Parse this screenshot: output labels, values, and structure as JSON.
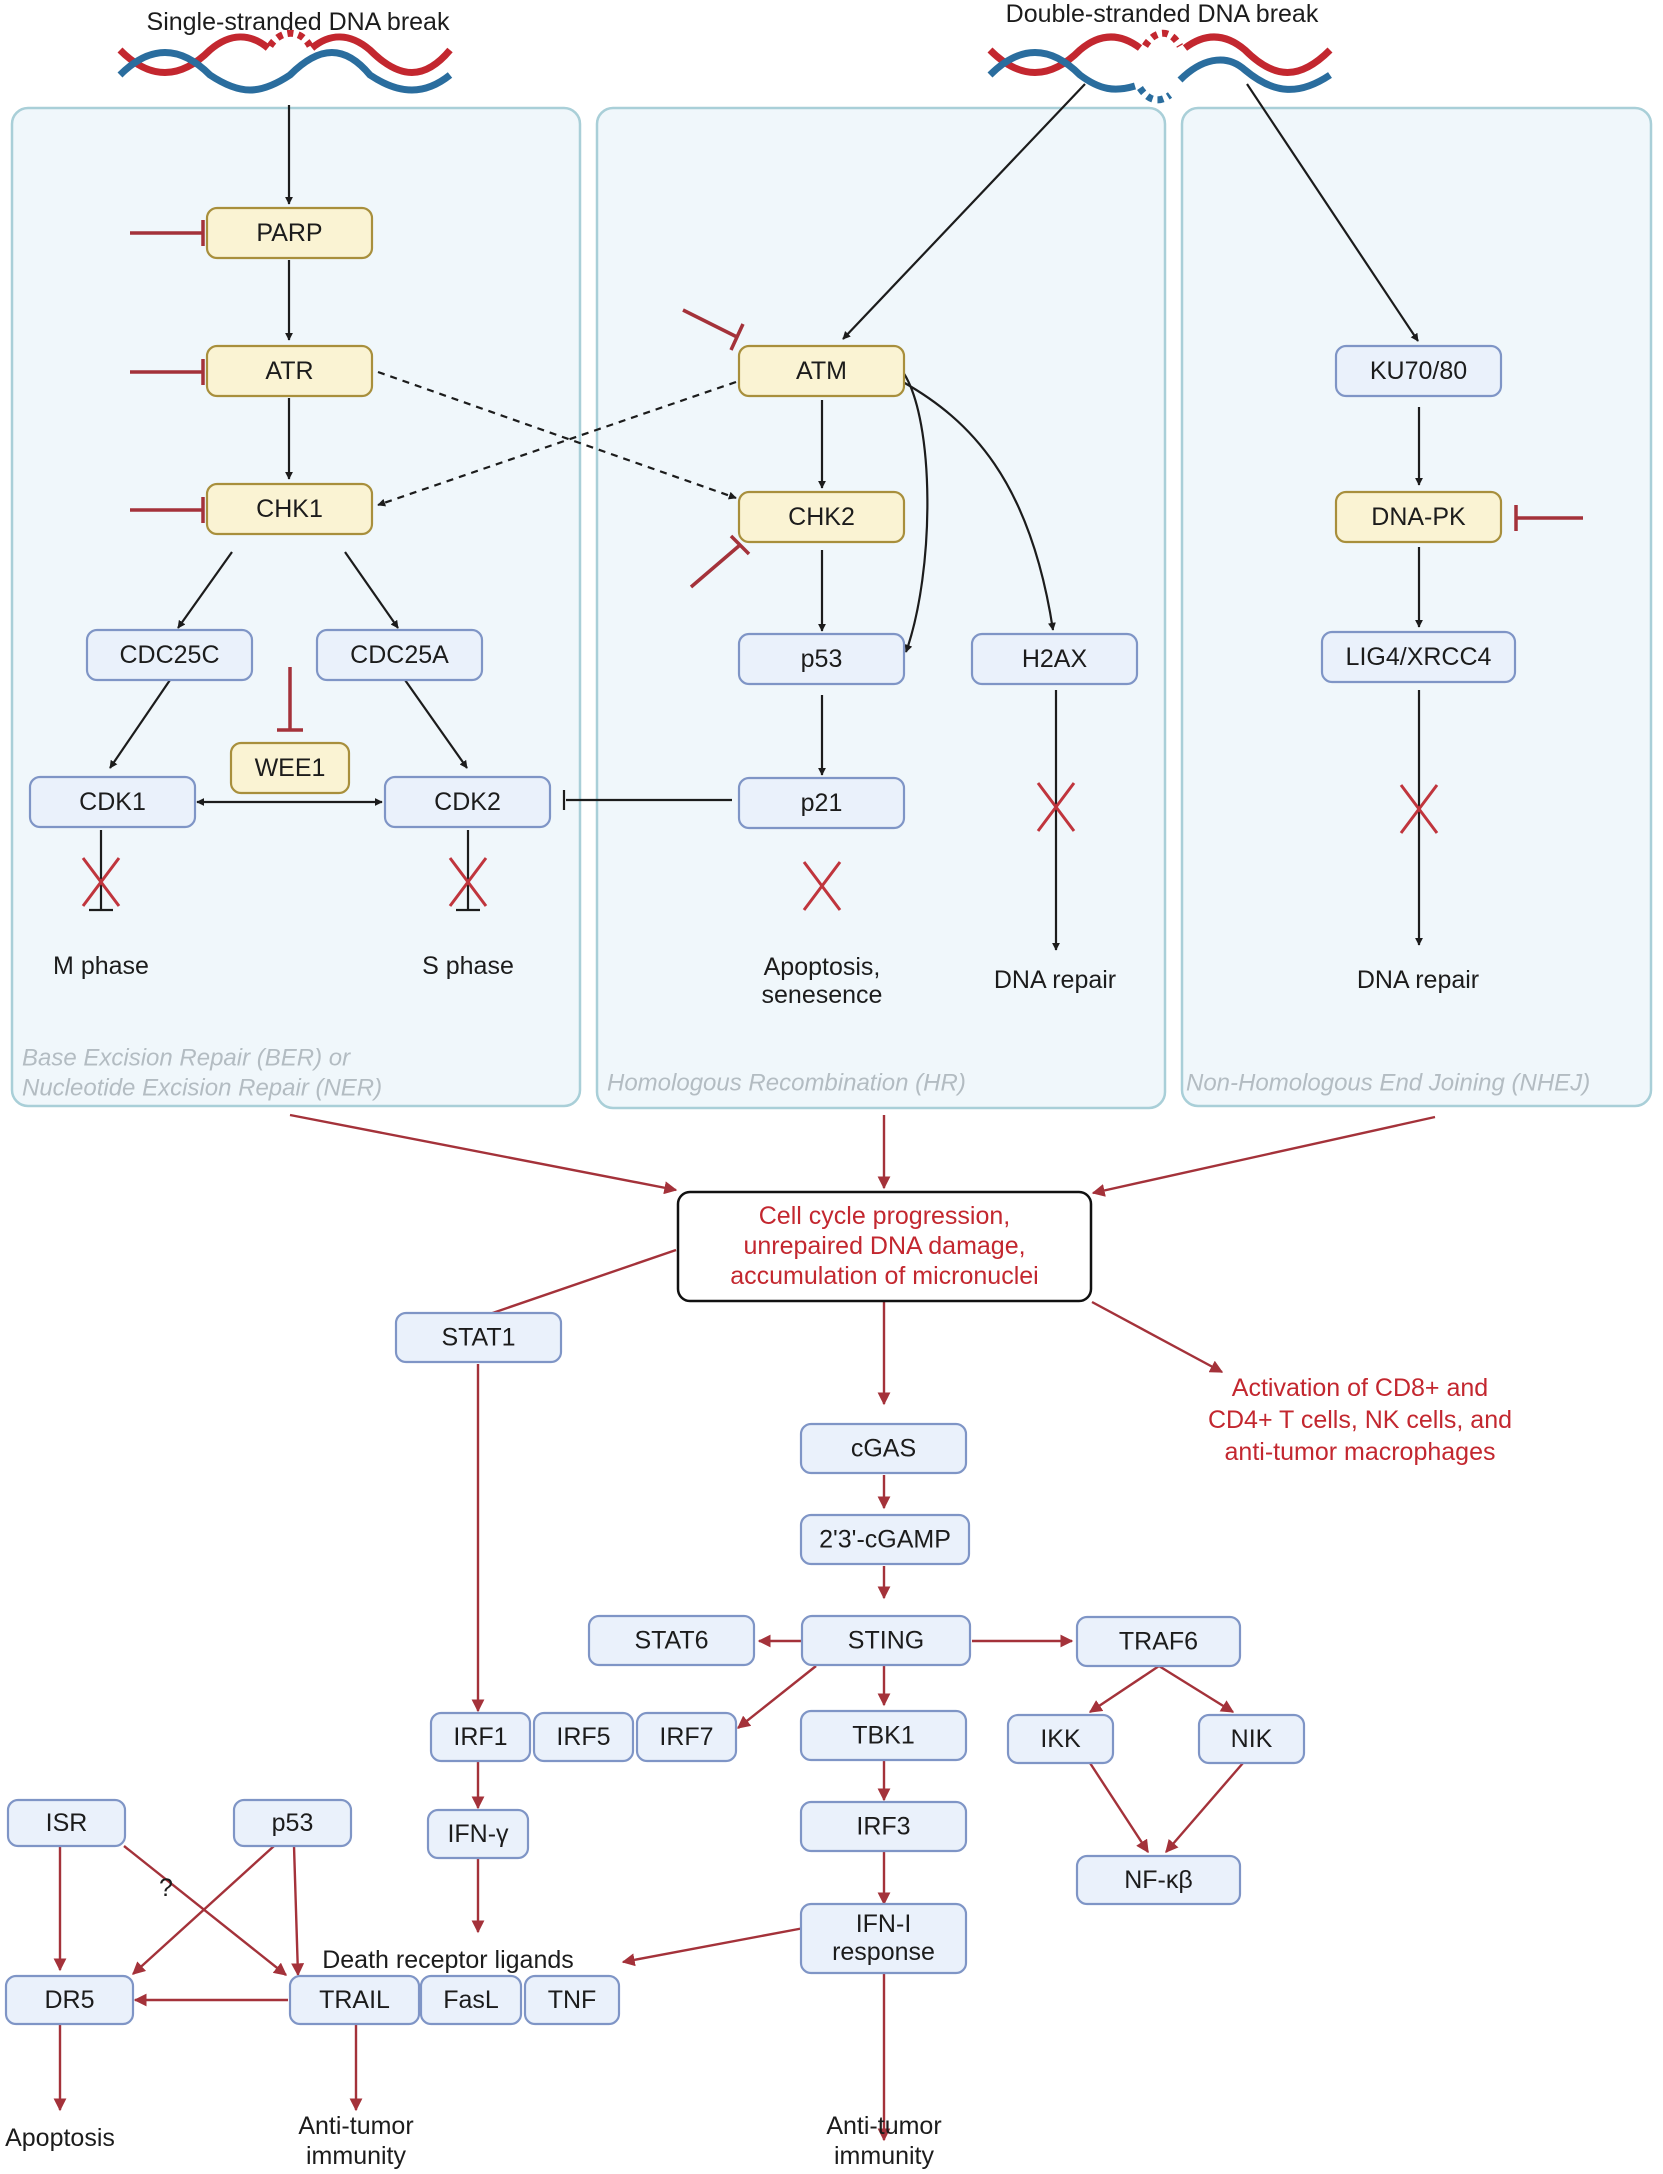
{
  "breaks": {
    "single": "Single-stranded DNA break",
    "double": "Double-stranded DNA break"
  },
  "panels": {
    "ber_line1": "Base Excision Repair (BER) or",
    "ber_line2": "Nucleotide Excision Repair (NER)",
    "hr": "Homologous Recombination (HR)",
    "nhej": "Non-Homologous End Joining (NHEJ)"
  },
  "nodes": {
    "parp": "PARP",
    "atr": "ATR",
    "chk1": "CHK1",
    "cdc25c": "CDC25C",
    "cdc25a": "CDC25A",
    "wee1": "WEE1",
    "cdk1": "CDK1",
    "cdk2": "CDK2",
    "atm": "ATM",
    "chk2": "CHK2",
    "p53_hr": "p53",
    "p21": "p21",
    "h2ax": "H2AX",
    "ku7080": "KU70/80",
    "dnapk": "DNA-PK",
    "lig4": "LIG4/XRCC4",
    "stat1": "STAT1",
    "cgas": "cGAS",
    "cgamp": "2'3'-cGAMP",
    "stat6": "STAT6",
    "sting": "STING",
    "traf6": "TRAF6",
    "irf1": "IRF1",
    "irf5": "IRF5",
    "irf7": "IRF7",
    "tbk1": "TBK1",
    "ikk": "IKK",
    "nik": "NIK",
    "ifng": "IFN-γ",
    "irf3": "IRF3",
    "nfkb": "NF-κβ",
    "isr": "ISR",
    "p53_low": "p53",
    "ifn1_line1": "IFN-I",
    "ifn1_line2": "response",
    "dr5": "DR5",
    "trail": "TRAIL",
    "fasl": "FasL",
    "tnf": "TNF"
  },
  "outcomes": {
    "m_phase": "M phase",
    "s_phase": "S phase",
    "apoptosis_line1": "Apoptosis,",
    "apoptosis_line2": "senesence",
    "dna_repair_hr": "DNA repair",
    "dna_repair_nhej": "DNA repair",
    "central_line1": "Cell cycle progression,",
    "central_line2": "unrepaired DNA damage,",
    "central_line3": "accumulation of micronuclei",
    "activation_line1": "Activation of CD8+ and",
    "activation_line2": "CD4+ T cells, NK cells, and",
    "activation_line3": "anti-tumor macrophages",
    "death_receptor": "Death receptor ligands",
    "question": "?",
    "apoptosis_final": "Apoptosis",
    "antitumor_left_1": "Anti-tumor",
    "antitumor_left_2": "immunity",
    "antitumor_right_1": "Anti-tumor",
    "antitumor_right_2": "immunity"
  }
}
